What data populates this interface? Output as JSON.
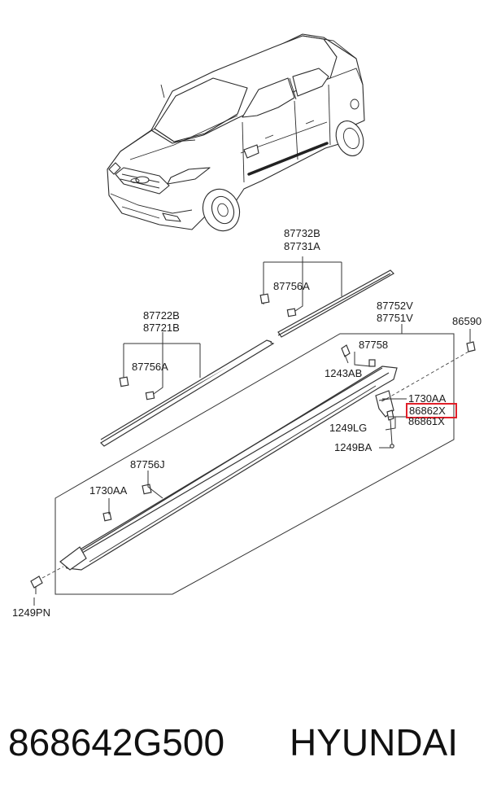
{
  "labels": {
    "p87732B": "87732B",
    "p87731A": "87731A",
    "p87756A_top": "87756A",
    "p87722B": "87722B",
    "p87721B": "87721B",
    "p87756A_left": "87756A",
    "p87752V": "87752V",
    "p87751V": "87751V",
    "p86590": "86590",
    "p87758": "87758",
    "p1243AB": "1243AB",
    "p1730AA_right": "1730AA",
    "p86862X": "86862X",
    "p86861X": "86861X",
    "p1249LG": "1249LG",
    "p1249BA": "1249BA",
    "p87756J": "87756J",
    "p1730AA_left": "1730AA",
    "p1249PN": "1249PN"
  },
  "footer": {
    "part_number": "868642G500",
    "brand": "HYUNDAI"
  },
  "highlight_color": "#e0202a"
}
